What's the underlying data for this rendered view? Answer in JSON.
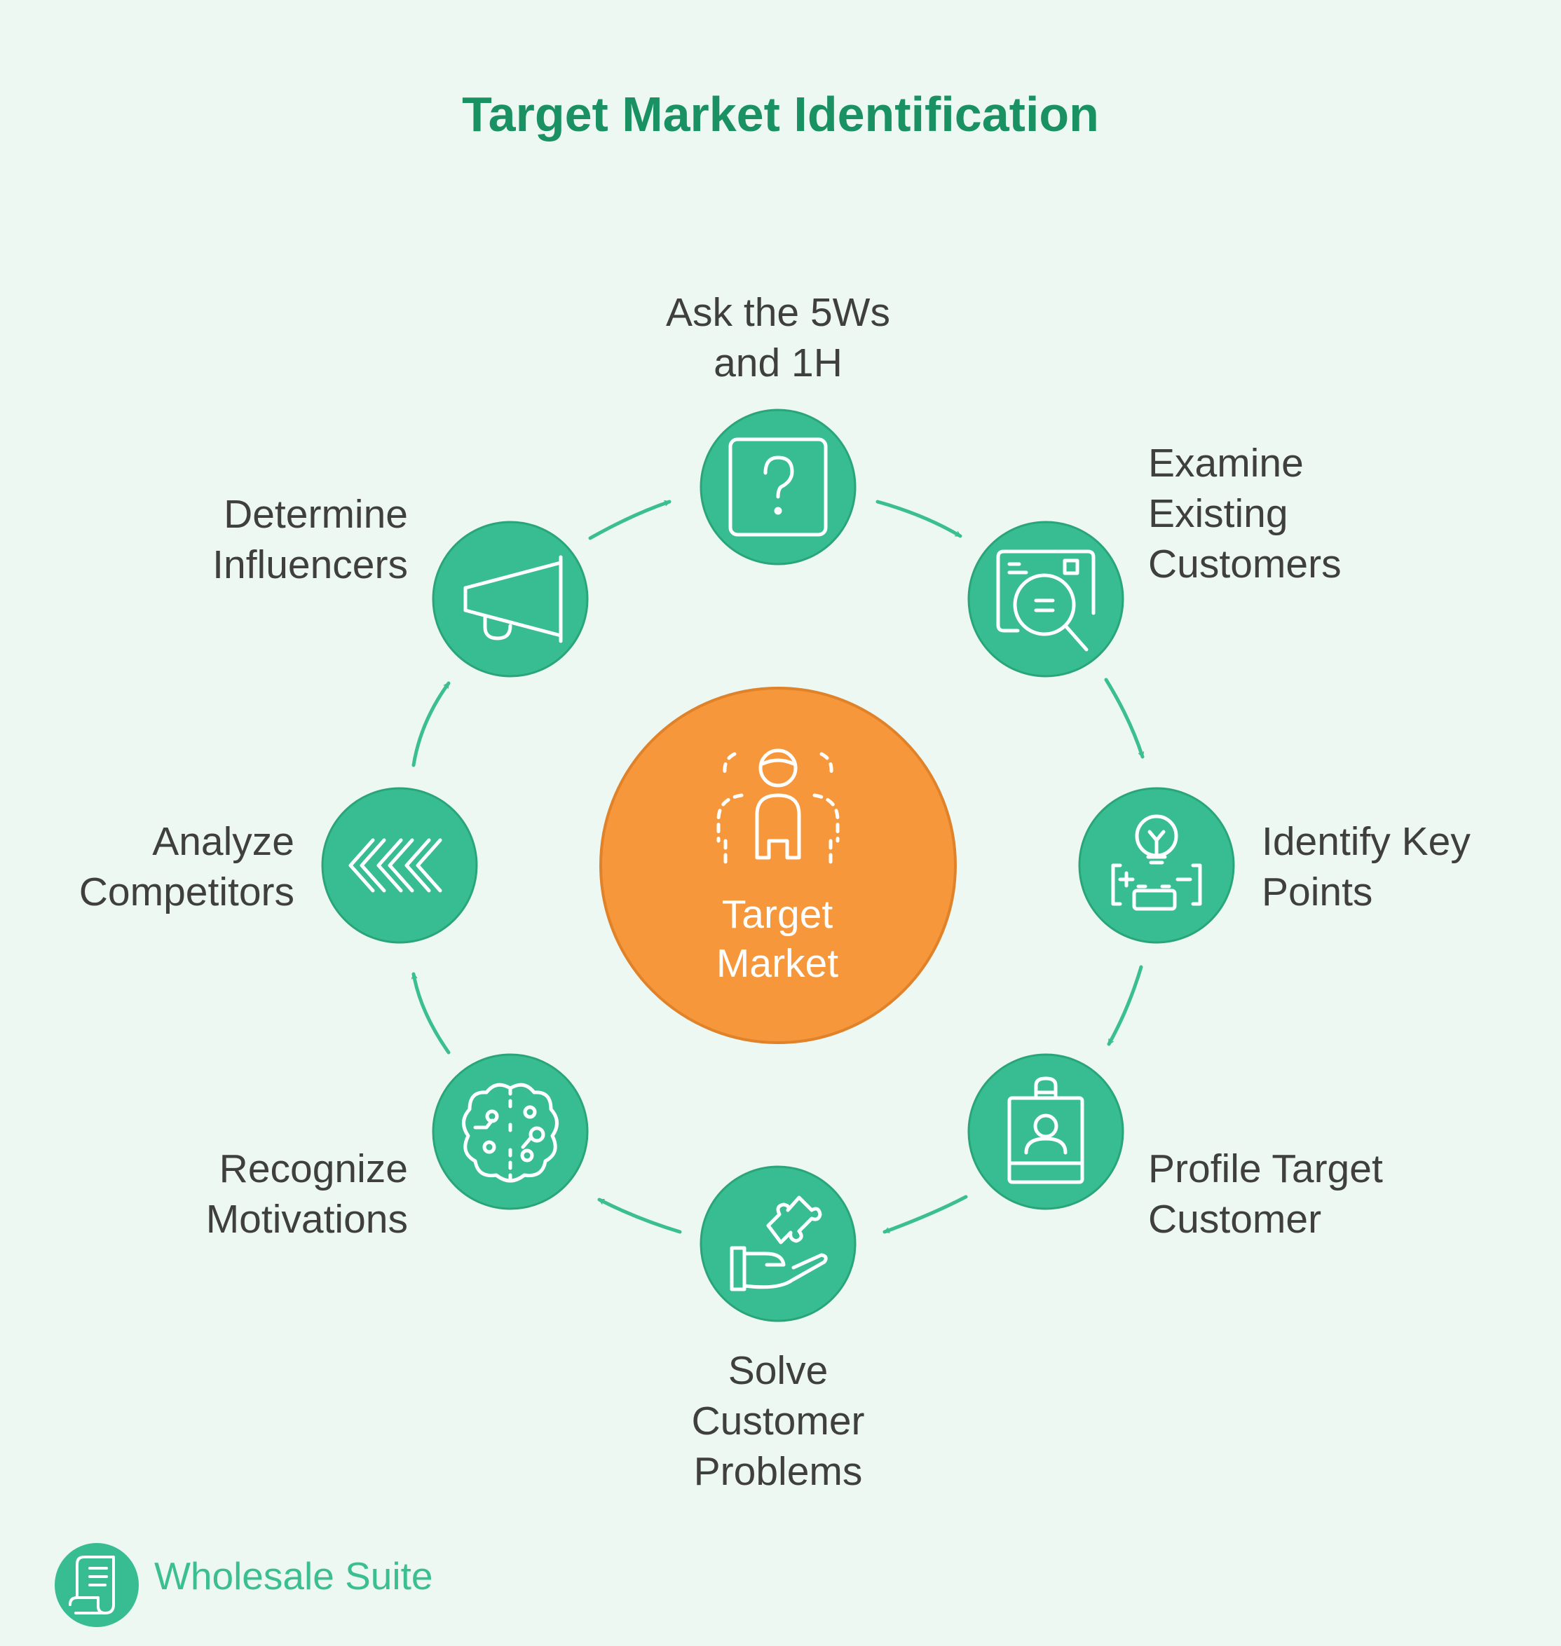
{
  "title": "Target Market Identification",
  "center": {
    "label": "Target\nMarket",
    "icon": "target-group-icon",
    "color": "#f5973a"
  },
  "steps": [
    {
      "id": "ask-5ws",
      "label": "Ask the 5Ws\nand 1H",
      "icon": "question-icon"
    },
    {
      "id": "examine-customers",
      "label": "Examine\nExisting\nCustomers",
      "icon": "search-document-icon"
    },
    {
      "id": "identify-key-points",
      "label": "Identify Key\nPoints",
      "icon": "lightbulb-battery-icon"
    },
    {
      "id": "profile-target",
      "label": "Profile Target\nCustomer",
      "icon": "id-badge-icon"
    },
    {
      "id": "solve-problems",
      "label": "Solve\nCustomer\nProblems",
      "icon": "hand-puzzle-icon"
    },
    {
      "id": "recognize-motivations",
      "label": "Recognize\nMotivations",
      "icon": "brain-icon"
    },
    {
      "id": "analyze-competitors",
      "label": "Analyze\nCompetitors",
      "icon": "chevrons-left-icon"
    },
    {
      "id": "determine-influencers",
      "label": "Determine\nInfluencers",
      "icon": "megaphone-icon"
    }
  ],
  "colors": {
    "node": "#37bd91",
    "node_stroke": "#2aa57a",
    "arrow": "#3bbf91",
    "title": "#1a9163",
    "center_stroke": "#e0822a"
  },
  "brand": {
    "name": "Wholesale Suite",
    "icon": "receipt-scroll-icon"
  }
}
